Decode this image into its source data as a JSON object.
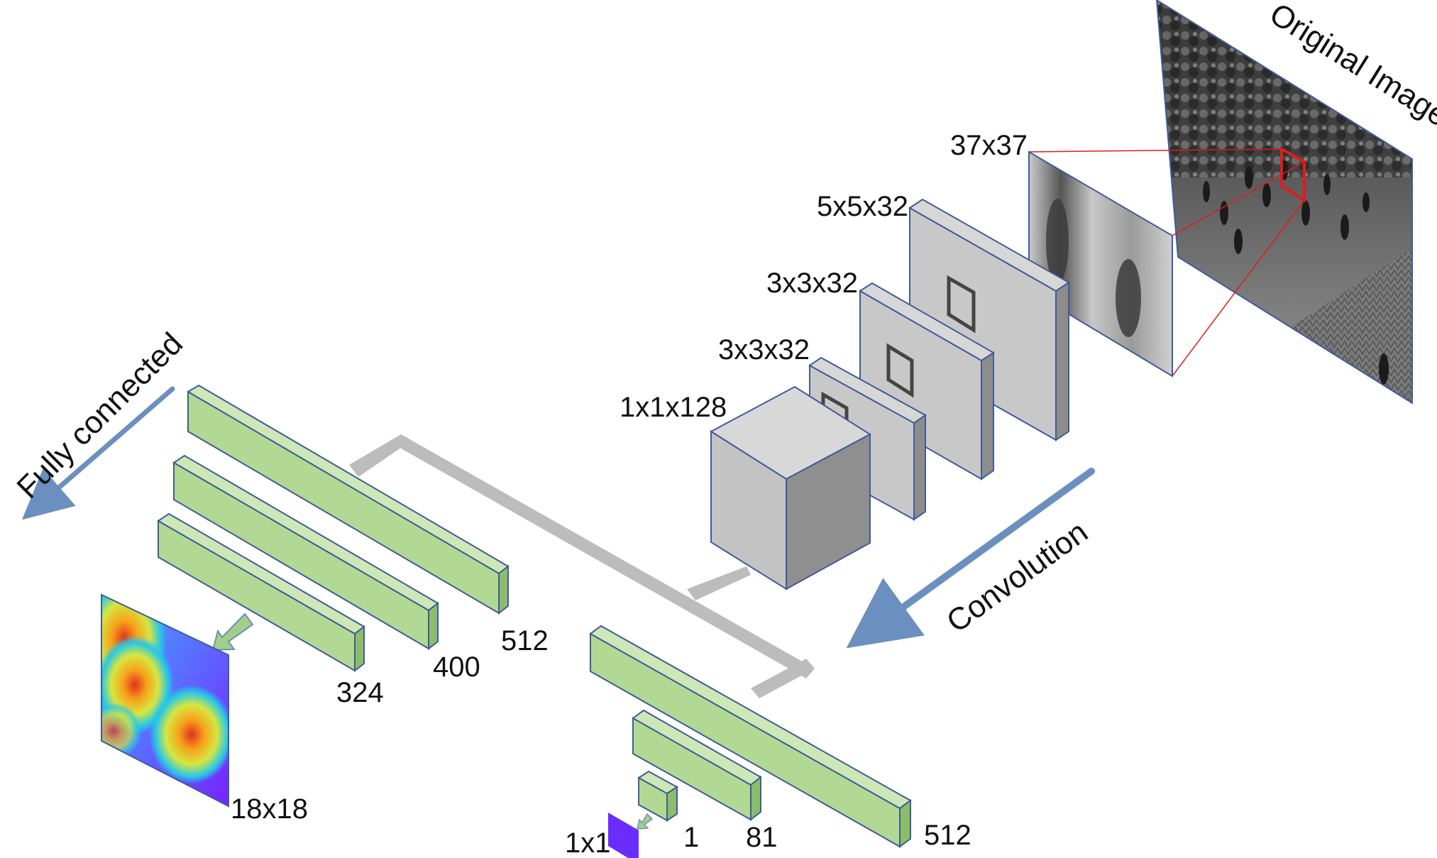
{
  "labels": {
    "original_image": "Original Image",
    "patch_size": "37x37",
    "conv1": "5x5x32",
    "conv2": "3x3x32",
    "conv3": "3x3x32",
    "conv4": "1x1x128",
    "convolution": "Convolution",
    "fully_connected": "Fully connected",
    "fc_top_1": "512",
    "fc_top_2": "400",
    "fc_top_3": "324",
    "density_map": "18x18",
    "fc_bottom_1": "512",
    "fc_bottom_2": "81",
    "fc_bottom_3": "1",
    "count_output": "1x1"
  },
  "colors": {
    "fc_block": "#b2d994",
    "conv_block": "#c9c8c8",
    "block_edge": "#3e5c99",
    "connector": "#bdbcbc",
    "arrow": "#6b8fbf",
    "highlight": "#e01b1b",
    "count_output": "#6a2cff"
  }
}
